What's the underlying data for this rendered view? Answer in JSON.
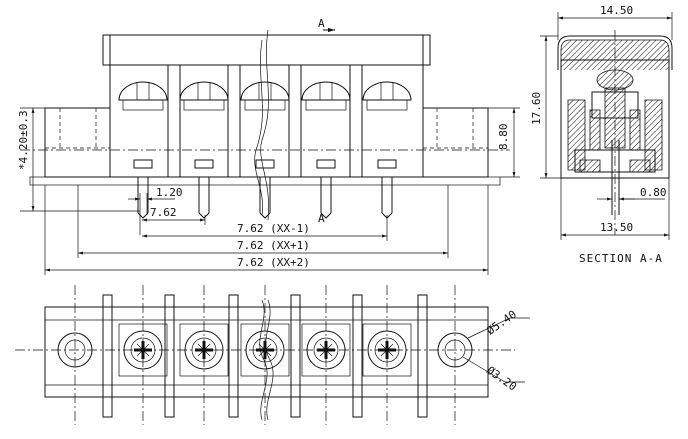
{
  "front_view": {
    "section_marker_top": "A",
    "section_marker_bottom": "A",
    "dim_pin_width": "1.20",
    "dim_pitch": "7.62",
    "dim_overall_1": "7.62 (XX-1)",
    "dim_overall_2": "7.62 (XX+1)",
    "dim_overall_3": "7.62 (XX+2)",
    "dim_height_right": "8.80",
    "dim_height_left": "*4.20±0.3"
  },
  "section_view": {
    "dim_width_top": "14.50",
    "dim_height": "17.60",
    "dim_pin": "0.80",
    "dim_width_bottom": "13.50",
    "caption": "SECTION A-A"
  },
  "top_view": {
    "dim_hole_outer": "Ø5.40",
    "dim_hole_inner": "Ø3.20"
  }
}
